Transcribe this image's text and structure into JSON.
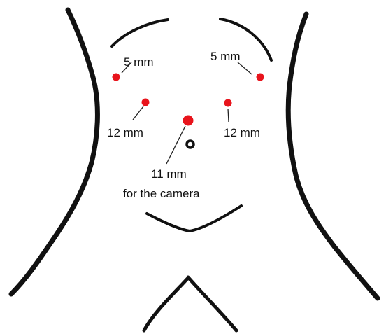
{
  "diagram": {
    "colors": {
      "outline": "#111111",
      "port": "#e8141c",
      "leader": "#222222"
    },
    "ports": [
      {
        "id": "upper-left",
        "size_label": "5 mm"
      },
      {
        "id": "upper-right",
        "size_label": "5 mm"
      },
      {
        "id": "mid-left",
        "size_label": "12 mm"
      },
      {
        "id": "mid-right",
        "size_label": "12 mm"
      },
      {
        "id": "camera",
        "size_label": "11 mm",
        "caption": "for the camera"
      }
    ]
  }
}
